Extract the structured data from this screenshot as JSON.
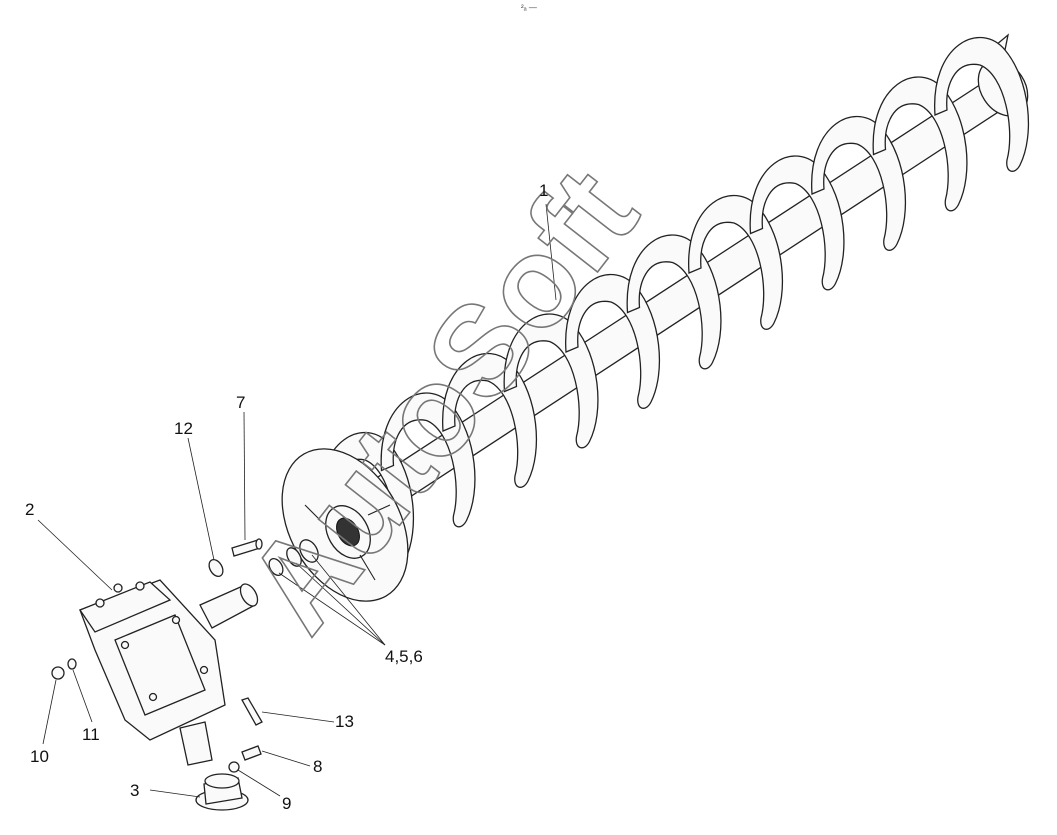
{
  "diagram": {
    "header_mark": "²ₐ ―",
    "watermark": "AutoSoft",
    "callouts": [
      {
        "id": "c1",
        "text": "1"
      },
      {
        "id": "c2",
        "text": "2"
      },
      {
        "id": "c3",
        "text": "3"
      },
      {
        "id": "c456",
        "text": "4,5,6"
      },
      {
        "id": "c7",
        "text": "7"
      },
      {
        "id": "c8",
        "text": "8"
      },
      {
        "id": "c9",
        "text": "9"
      },
      {
        "id": "c10",
        "text": "10"
      },
      {
        "id": "c11",
        "text": "11"
      },
      {
        "id": "c12",
        "text": "12"
      },
      {
        "id": "c13",
        "text": "13"
      }
    ]
  }
}
